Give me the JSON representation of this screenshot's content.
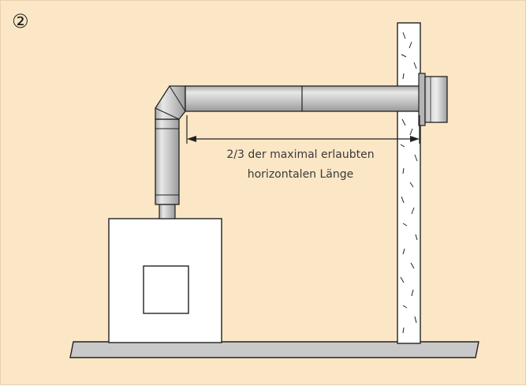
{
  "figure": {
    "step_marker": "②",
    "dimension_label": {
      "line1": "2/3 der maximal erlaubten",
      "line2": "horizontalen Länge"
    }
  },
  "colors": {
    "background": "#fbe7c6",
    "pipe_gray": "#cfcfcf",
    "outline": "#111111"
  }
}
